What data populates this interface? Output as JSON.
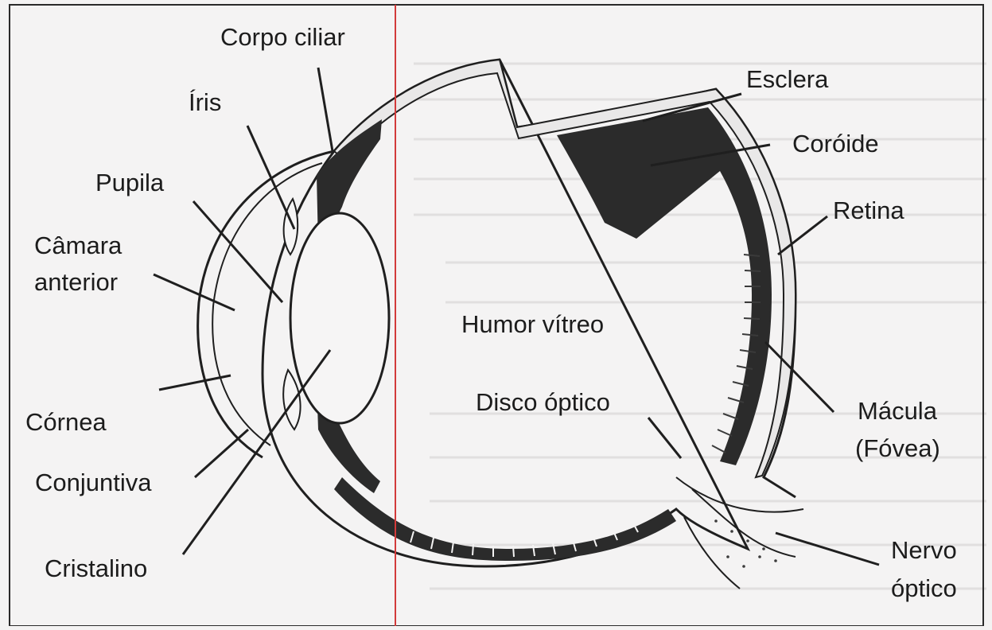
{
  "diagram": {
    "labels": {
      "corpo_ciliar": "Corpo ciliar",
      "iris": "Íris",
      "pupila": "Pupila",
      "camara_anterior_1": "Câmara",
      "camara_anterior_2": "anterior",
      "cornea": "Córnea",
      "conjuntiva": "Conjuntiva",
      "cristalino": "Cristalino",
      "humor_vitreo": "Humor vítreo",
      "esclera": "Esclera",
      "coroide": "Coróide",
      "retina": "Retina",
      "disco_optico": "Disco óptico",
      "macula_1": "Mácula",
      "macula_2": "(Fóvea)",
      "nervo_optico_1": "Nervo",
      "nervo_optico_2": "óptico"
    }
  }
}
